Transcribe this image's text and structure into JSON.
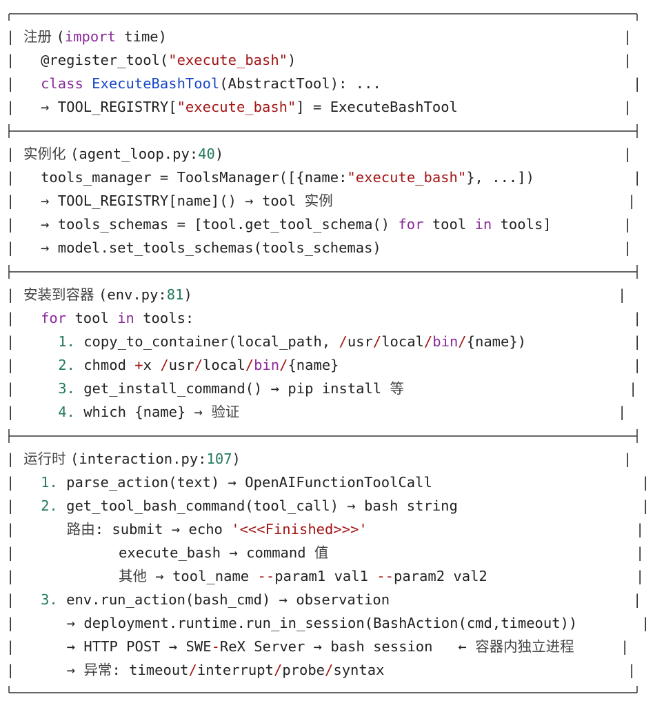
{
  "sections": [
    {
      "id": "register",
      "lines": [
        {
          "indent": 0,
          "rb": 908,
          "tokens": [
            [
              "注册 ",
              "cjk"
            ],
            [
              "(",
              "plain"
            ],
            [
              "import",
              "kw"
            ],
            [
              " time)",
              "plain"
            ]
          ]
        },
        {
          "indent": 2,
          "rb": 908,
          "tokens": [
            [
              "@register_tool(",
              "plain"
            ],
            [
              "\"execute_bash\"",
              "str"
            ],
            [
              ")",
              "plain"
            ]
          ]
        },
        {
          "indent": 2,
          "rb": 922,
          "tokens": [
            [
              "class",
              "kw"
            ],
            [
              " ",
              "plain"
            ],
            [
              "ExecuteBashTool",
              "fn"
            ],
            [
              "(AbstractTool): ...",
              "plain"
            ]
          ]
        },
        {
          "indent": 2,
          "rb": 908,
          "tokens": [
            [
              "→ TOOL_REGISTRY[",
              "plain"
            ],
            [
              "\"execute_bash\"",
              "str"
            ],
            [
              "] = ExecuteBashTool",
              "plain"
            ]
          ]
        }
      ]
    },
    {
      "id": "instantiate",
      "lines": [
        {
          "indent": 0,
          "rb": 908,
          "tokens": [
            [
              "实例化 ",
              "cjk"
            ],
            [
              "(agent_loop.py:",
              "plain"
            ],
            [
              "40",
              "num"
            ],
            [
              ")",
              "plain"
            ]
          ]
        },
        {
          "indent": 2,
          "rb": 922,
          "tokens": [
            [
              "tools_manager = ToolsManager([{name:",
              "plain"
            ],
            [
              "\"execute_bash\"",
              "str"
            ],
            [
              "}, ...])",
              "plain"
            ]
          ]
        },
        {
          "indent": 2,
          "rb": 914,
          "tokens": [
            [
              "→ TOOL_REGISTRY[name]() → tool ",
              "plain"
            ],
            [
              "实例",
              "cjk"
            ]
          ]
        },
        {
          "indent": 2,
          "rb": 908,
          "tokens": [
            [
              "→ tools_schemas = [tool.get_tool_schema() ",
              "plain"
            ],
            [
              "for",
              "kw"
            ],
            [
              " tool ",
              "plain"
            ],
            [
              "in",
              "kw"
            ],
            [
              " tools]",
              "plain"
            ]
          ]
        },
        {
          "indent": 2,
          "rb": 908,
          "tokens": [
            [
              "→ model.set_tools_schemas(tools_schemas)",
              "plain"
            ]
          ]
        }
      ]
    },
    {
      "id": "install",
      "lines": [
        {
          "indent": 0,
          "rb": 900,
          "tokens": [
            [
              "安装到容器 ",
              "cjk"
            ],
            [
              "(env.py:",
              "plain"
            ],
            [
              "81",
              "num"
            ],
            [
              ")",
              "plain"
            ]
          ]
        },
        {
          "indent": 2,
          "rb": 922,
          "tokens": [
            [
              "for",
              "kw"
            ],
            [
              " tool ",
              "plain"
            ],
            [
              "in",
              "kw"
            ],
            [
              " tools:",
              "plain"
            ]
          ]
        },
        {
          "indent": 4,
          "rb": 922,
          "tokens": [
            [
              "1.",
              "num"
            ],
            [
              " copy_to_container(local_path, ",
              "plain"
            ],
            [
              "/",
              "op"
            ],
            [
              "usr",
              "plain"
            ],
            [
              "/",
              "op"
            ],
            [
              "local",
              "plain"
            ],
            [
              "/",
              "op"
            ],
            [
              "bin",
              "kw"
            ],
            [
              "/",
              "op"
            ],
            [
              "{name})",
              "plain"
            ]
          ]
        },
        {
          "indent": 4,
          "rb": 922,
          "tokens": [
            [
              "2.",
              "num"
            ],
            [
              " chmod ",
              "plain"
            ],
            [
              "+",
              "op"
            ],
            [
              "x ",
              "plain"
            ],
            [
              "/",
              "op"
            ],
            [
              "usr",
              "plain"
            ],
            [
              "/",
              "op"
            ],
            [
              "local",
              "plain"
            ],
            [
              "/",
              "op"
            ],
            [
              "bin",
              "kw"
            ],
            [
              "/",
              "op"
            ],
            [
              "{name}",
              "plain"
            ]
          ]
        },
        {
          "indent": 4,
          "rb": 916,
          "tokens": [
            [
              "3.",
              "num"
            ],
            [
              " get_install_command() → pip install ",
              "plain"
            ],
            [
              "等",
              "cjk"
            ]
          ]
        },
        {
          "indent": 4,
          "rb": 900,
          "tokens": [
            [
              "4.",
              "num"
            ],
            [
              " which {name} → ",
              "plain"
            ],
            [
              "验证",
              "cjk"
            ]
          ]
        }
      ]
    },
    {
      "id": "runtime",
      "lines": [
        {
          "indent": 0,
          "rb": 908,
          "tokens": [
            [
              "运行时 ",
              "cjk"
            ],
            [
              "(interaction.py:",
              "plain"
            ],
            [
              "107",
              "num"
            ],
            [
              ")",
              "plain"
            ]
          ]
        },
        {
          "indent": 2,
          "rb": 934,
          "tokens": [
            [
              "1.",
              "num"
            ],
            [
              " parse_action(text) → OpenAIFunctionToolCall",
              "plain"
            ]
          ]
        },
        {
          "indent": 2,
          "rb": 934,
          "tokens": [
            [
              "2.",
              "num"
            ],
            [
              " get_tool_bash_command(tool_call) → bash string",
              "plain"
            ]
          ]
        },
        {
          "indent": 5,
          "rb": 926,
          "tokens": [
            [
              "路由",
              "cjk"
            ],
            [
              ": submit → echo ",
              "plain"
            ],
            [
              "'<<<Finished>>>'",
              "str"
            ]
          ]
        },
        {
          "indent": 11,
          "rb": 926,
          "tokens": [
            [
              "execute_bash → command ",
              "plain"
            ],
            [
              "值",
              "cjk"
            ]
          ]
        },
        {
          "indent": 11,
          "rb": 926,
          "tokens": [
            [
              "其他",
              "cjk"
            ],
            [
              " → tool_name ",
              "plain"
            ],
            [
              "--",
              "op"
            ],
            [
              "param1 val1 ",
              "plain"
            ],
            [
              "--",
              "op"
            ],
            [
              "param2 val2",
              "plain"
            ]
          ]
        },
        {
          "indent": 2,
          "rb": 922,
          "tokens": [
            [
              "3.",
              "num"
            ],
            [
              " env.run_action(bash_cmd) → observation",
              "plain"
            ]
          ]
        },
        {
          "indent": 5,
          "rb": 934,
          "tokens": [
            [
              "→ deployment.runtime.run_in_session(BashAction(cmd,timeout))",
              "plain"
            ]
          ]
        },
        {
          "indent": 5,
          "rb": 904,
          "tokens": [
            [
              "→ HTTP POST → SWE",
              "plain"
            ],
            [
              "-",
              "op"
            ],
            [
              "ReX Server → bash session   ← ",
              "plain"
            ],
            [
              "容器内独立进程",
              "cjk"
            ]
          ]
        },
        {
          "indent": 5,
          "rb": 914,
          "tokens": [
            [
              "→ ",
              "plain"
            ],
            [
              "异常",
              "cjk"
            ],
            [
              ": timeout",
              "plain"
            ],
            [
              "/",
              "op"
            ],
            [
              "interrupt",
              "plain"
            ],
            [
              "/",
              "op"
            ],
            [
              "probe",
              "plain"
            ],
            [
              "/",
              "op"
            ],
            [
              "syntax",
              "plain"
            ]
          ]
        }
      ]
    }
  ]
}
